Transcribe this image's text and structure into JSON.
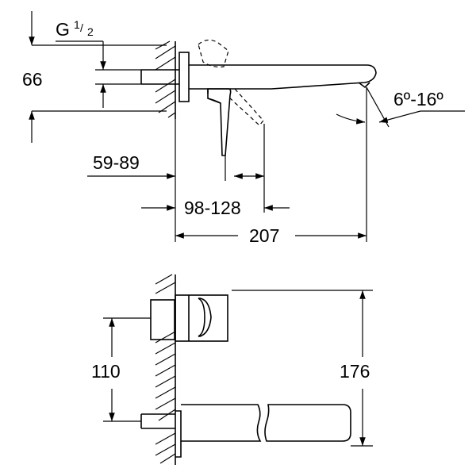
{
  "drawing": {
    "top_view": {
      "thread_label": "G",
      "thread_fraction_num": "1",
      "thread_fraction_sep": "/",
      "thread_fraction_den": "2",
      "dim_height": "66",
      "dim_wall_depth": "59-89",
      "dim_handle_offset": "98-128",
      "dim_spout_length": "207",
      "dim_spout_angle": "6º-16º"
    },
    "front_view": {
      "dim_axis_distance": "110",
      "dim_total_height": "176"
    }
  }
}
